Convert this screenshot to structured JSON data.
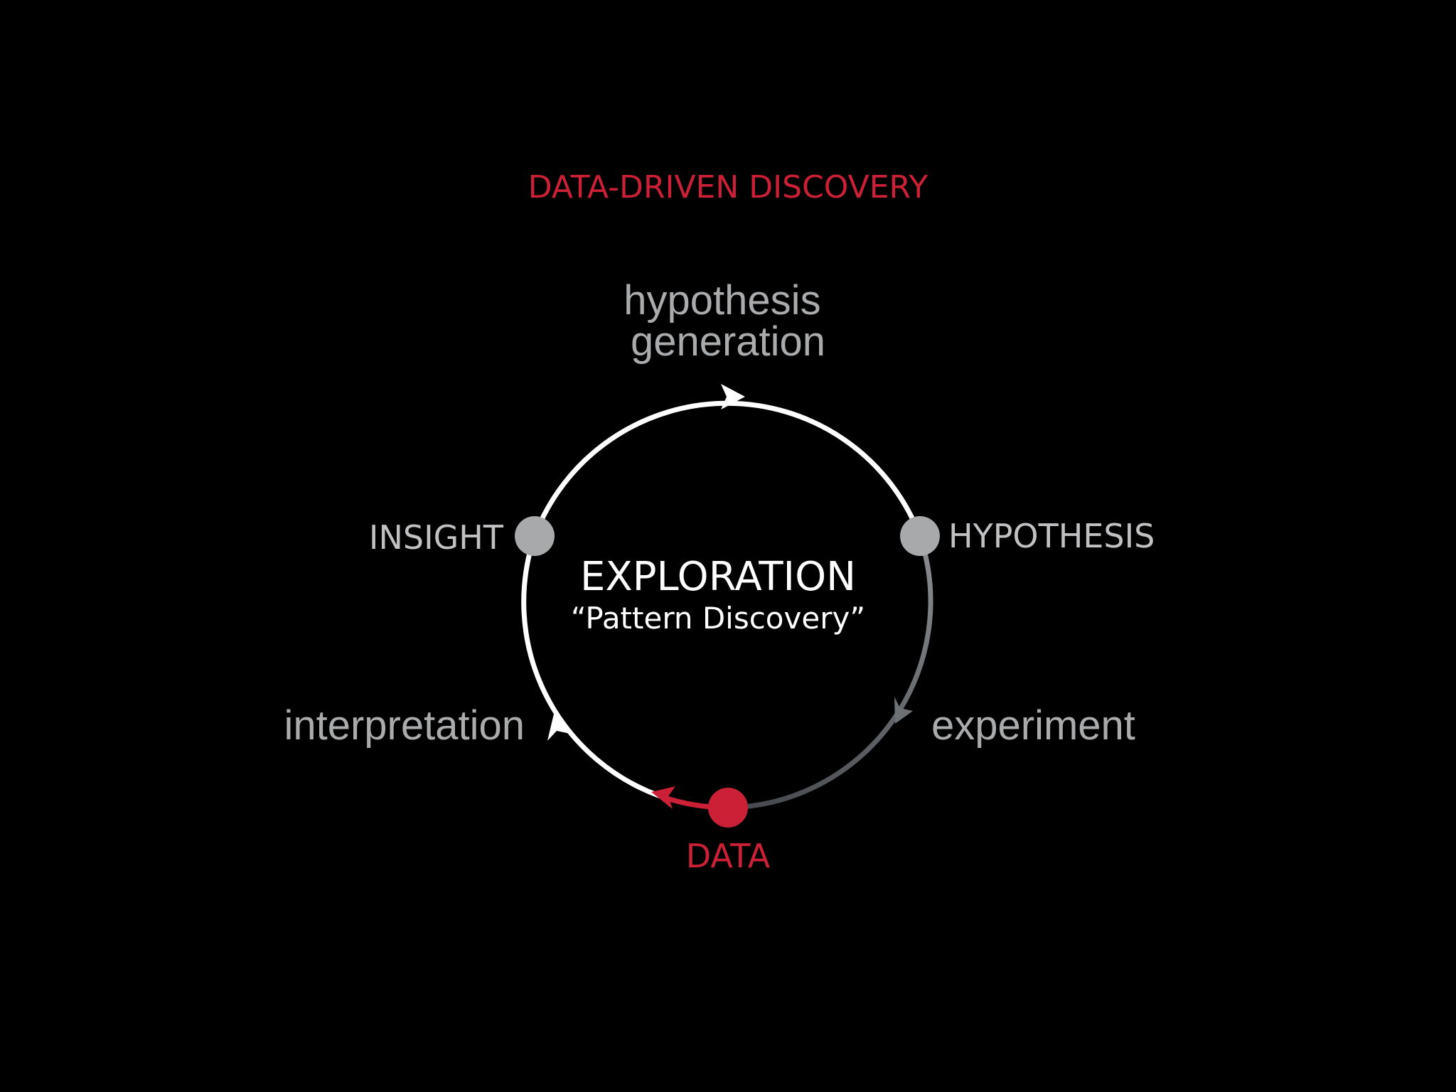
{
  "title": "DATA-DRIVEN DISCOVERY",
  "center": {
    "heading": "EXPLORATION",
    "subheading": "“Pattern Discovery”"
  },
  "nodes": {
    "insight": "INSIGHT",
    "hypothesis": "HYPOTHESIS",
    "data": "DATA"
  },
  "transitions": {
    "hypothesis_generation": [
      "hypothesis",
      "generation"
    ],
    "experiment": "experiment",
    "interpretation": "interpretation"
  },
  "colors": {
    "background": "#000000",
    "accent": "#cc2036",
    "loop": "#ffffff",
    "node": "#a7a9ab",
    "node_label": "#c0c1c3",
    "process_label": "#a9abad",
    "faded_segment": "#54575b"
  }
}
